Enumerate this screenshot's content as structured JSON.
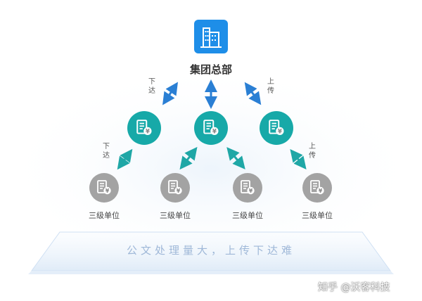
{
  "headquarters": {
    "label": "集团总部",
    "icon": "building-icon"
  },
  "labels": {
    "down": "下达",
    "up": "上传"
  },
  "middle_nodes": [
    {
      "icon": "finance-document-icon"
    },
    {
      "icon": "finance-document-icon"
    },
    {
      "icon": "finance-document-icon"
    }
  ],
  "units": [
    {
      "label": "三级单位",
      "icon": "finance-document-icon"
    },
    {
      "label": "三级单位",
      "icon": "finance-document-icon"
    },
    {
      "label": "三级单位",
      "icon": "finance-document-icon"
    },
    {
      "label": "三级单位",
      "icon": "finance-document-icon"
    }
  ],
  "banner": {
    "text": "公文处理量大，上传下达难"
  },
  "watermark": {
    "text": "知乎 @沃客科技"
  },
  "colors": {
    "hq_blue": "#1e8ee8",
    "teal": "#17a9a8",
    "gray": "#a3a3a3",
    "arrow_teal": "#1fa7a6",
    "arrow_blue": "#2a7fd4"
  }
}
